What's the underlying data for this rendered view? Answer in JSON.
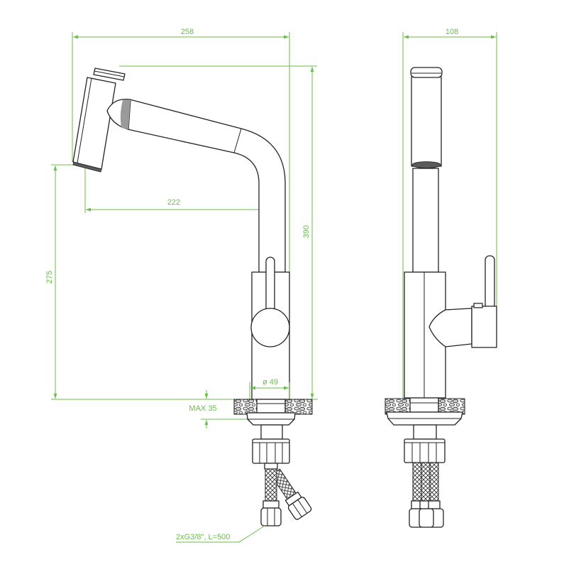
{
  "colors": {
    "dimension": "#6abd4b",
    "outline": "#222222"
  },
  "front_view": {
    "overall_width": "258",
    "spout_reach": "222",
    "overall_height": "390",
    "spout_height": "275",
    "base_diameter": "ø 49",
    "max_counter_thickness": "MAX 35",
    "hose_spec": "2xG3/8\", L=500"
  },
  "side_view": {
    "overall_depth": "108"
  }
}
